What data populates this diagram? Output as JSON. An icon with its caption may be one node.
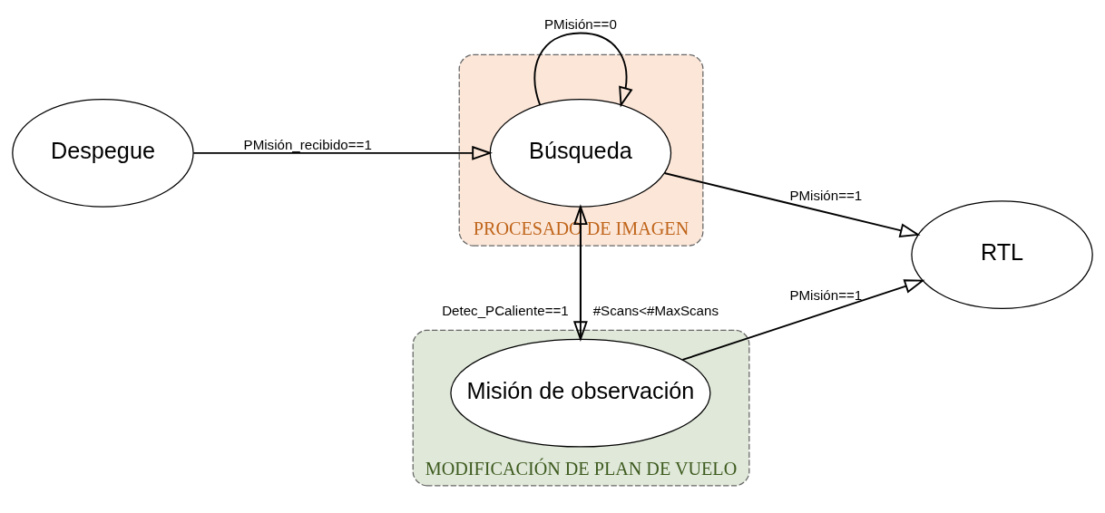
{
  "diagram": {
    "nodes": [
      {
        "text": [
          "Despegue"
        ]
      },
      {
        "text": [
          "PROCESADO DE IMAGEN"
        ]
      },
      {
        "text": [
          "Búsqueda"
        ],
        "in": 1
      },
      {
        "text": [
          "MODIFICACIÓN DE PLAN DE VUELO"
        ]
      },
      {
        "text": [
          "Misión de observación"
        ],
        "in": 3
      },
      {
        "text": [
          "RTL"
        ]
      }
    ],
    "edges": [
      {
        "from": 0,
        "to": 2,
        "arrow": "to",
        "label": "PMisión_recibido==1"
      },
      {
        "from": 2,
        "to": 2,
        "arrow": "to",
        "label": "PMisión==0"
      },
      {
        "from": 2,
        "to": 4,
        "arrow": "to",
        "label": "Detec_PCaliente==1"
      },
      {
        "from": 4,
        "to": 2,
        "arrow": "to",
        "label": "#Scans<#MaxScans"
      },
      {
        "from": 2,
        "to": 5,
        "arrow": "to",
        "label": "PMisión==1"
      },
      {
        "from": 4,
        "to": 5,
        "arrow": "to",
        "label": "PMisión==1"
      }
    ]
  }
}
